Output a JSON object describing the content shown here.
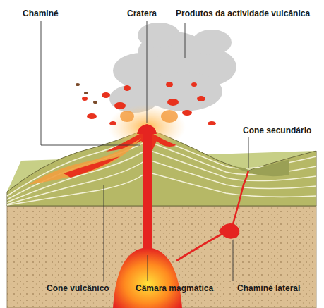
{
  "diagram": {
    "labels": [
      "Chaminé",
      "Cratera",
      "Produtos da actividade vulcânica",
      "Cone secundário",
      "Cone vulcânico",
      "Câmara magmática",
      "Chaminé lateral"
    ]
  }
}
